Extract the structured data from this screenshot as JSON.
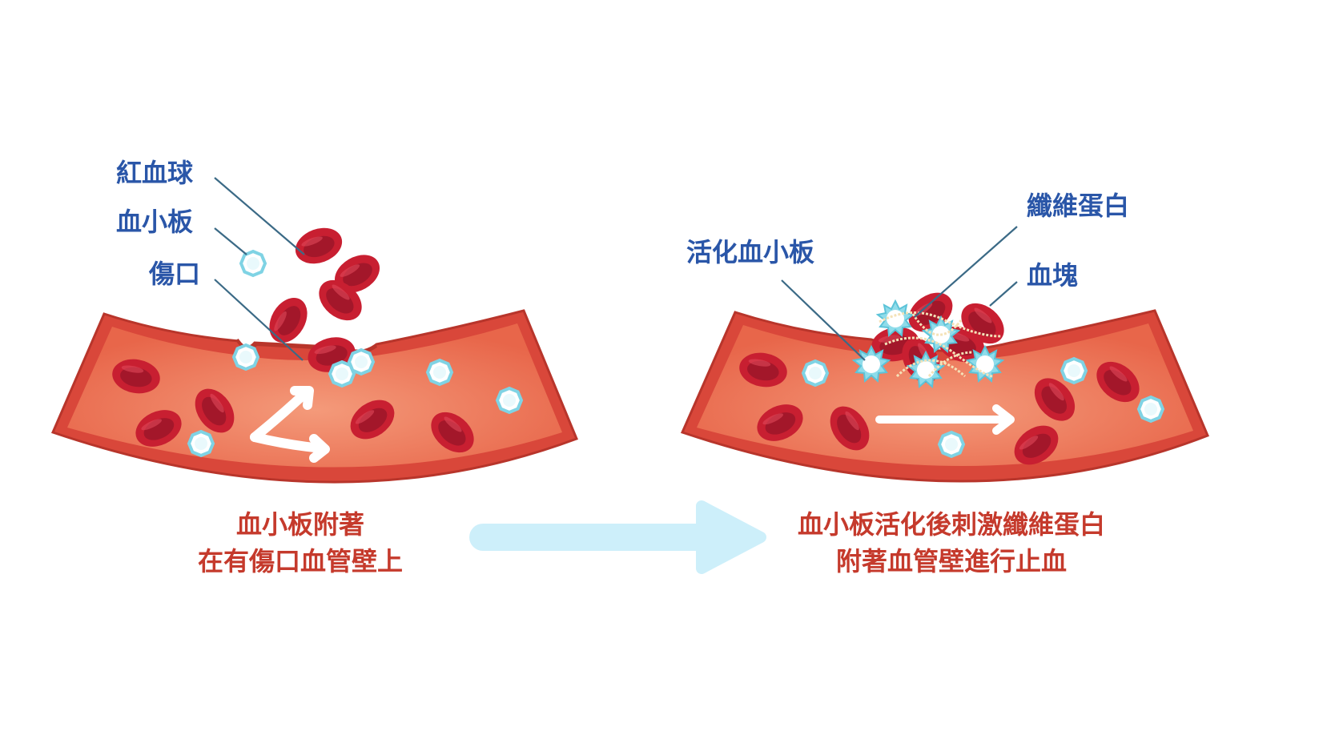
{
  "left_panel": {
    "labels": {
      "red_blood_cell": "紅血球",
      "platelet": "血小板",
      "wound": "傷口"
    },
    "caption": {
      "line1": "血小板附著",
      "line2": "在有傷口血管壁上"
    }
  },
  "right_panel": {
    "labels": {
      "activated_platelet": "活化血小板",
      "fibrin": "纖維蛋白",
      "clot": "血塊"
    },
    "caption": {
      "line1": "血小板活化後刺激纖維蛋白",
      "line2": "附著血管壁進行止血"
    }
  },
  "colors": {
    "label_blue": "#2a56a8",
    "caption_red": "#c53a2c",
    "vessel_wall": "#d9473a",
    "vessel_lumen": "#ec7a5e",
    "red_blood_cell": "#c21e2c",
    "platelet_ring": "#7fd3e4",
    "transition_arrow": "#cdeffa"
  }
}
